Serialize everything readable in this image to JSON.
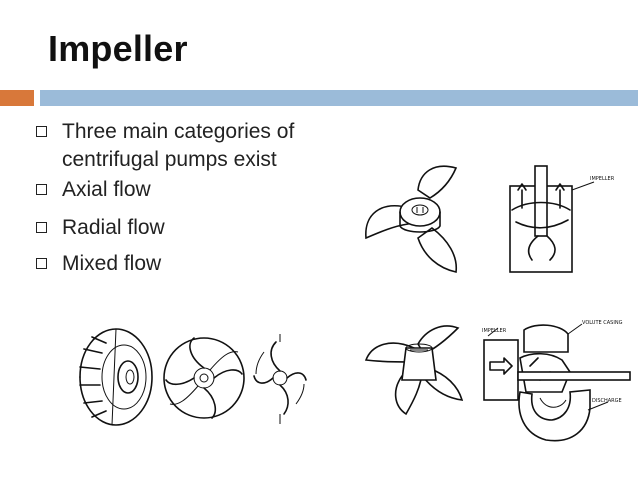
{
  "slide": {
    "title": "Impeller",
    "bullets": [
      {
        "text": "Three main categories of centrifugal pumps exist"
      },
      {
        "text": "Axial flow"
      },
      {
        "text": "Radial flow"
      },
      {
        "text": "Mixed flow"
      }
    ]
  },
  "figures": {
    "axial_side_label": "IMPELLER",
    "mixed_labels": {
      "impeller": "IMPELLER",
      "volute": "VOLUTE CASING",
      "discharge": "DISCHARGE"
    }
  },
  "colors": {
    "accent_bar": "#d8783a",
    "header_bar": "#9bbbd9"
  },
  "icons": [
    "square-bullet-icon"
  ]
}
